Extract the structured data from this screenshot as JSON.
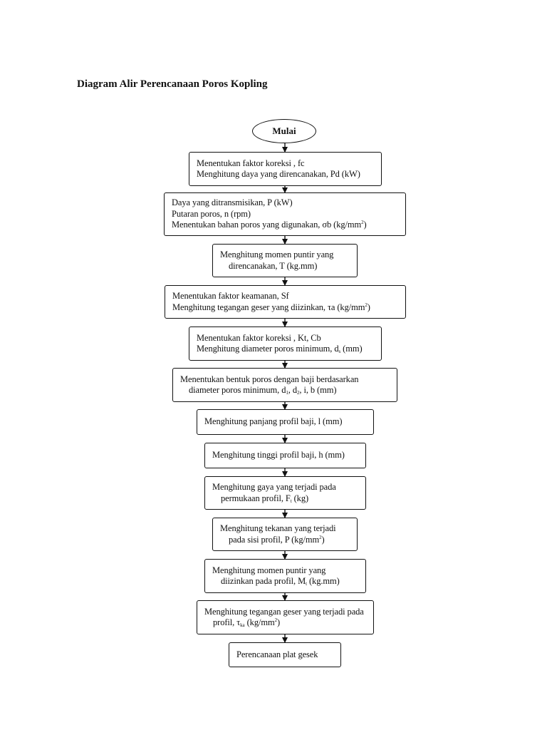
{
  "page": {
    "title": "Diagram Alir Perencanaan Poros Kopling"
  },
  "flowchart": {
    "start_label": "Mulai",
    "steps": [
      {
        "lines": [
          [
            {
              "t": "Menentukan faktor koreksi , fc"
            }
          ],
          [
            {
              "t": "Menghitung daya yang direncanakan, Pd (kW)"
            }
          ]
        ]
      },
      {
        "lines": [
          [
            {
              "t": "Daya yang ditransmisikan, P (kW)"
            }
          ],
          [
            {
              "t": "Putaran poros, n (rpm)"
            }
          ],
          [
            {
              "t": "Menentukan bahan poros yang digunakan, σb (kg/mm"
            },
            {
              "t": "2",
              "sup": true
            },
            {
              "t": ")"
            }
          ]
        ]
      },
      {
        "lines": [
          [
            {
              "t": "Menghitung momen puntir yang"
            }
          ],
          [
            {
              "t": "direncanakan, T (kg.mm)"
            }
          ]
        ],
        "indent": [
          1
        ]
      },
      {
        "lines": [
          [
            {
              "t": "Menentukan faktor keamanan, Sf"
            }
          ],
          [
            {
              "t": "Menghitung tegangan geser yang diizinkan, τa (kg/mm"
            },
            {
              "t": "2",
              "sup": true
            },
            {
              "t": ")"
            }
          ]
        ]
      },
      {
        "lines": [
          [
            {
              "t": "Menentukan faktor koreksi , Kt, Cb"
            }
          ],
          [
            {
              "t": "Menghitung diameter poros minimum, d"
            },
            {
              "t": "s",
              "sub": true
            },
            {
              "t": " (mm)"
            }
          ]
        ]
      },
      {
        "lines": [
          [
            {
              "t": "Menentukan bentuk poros dengan baji berdasarkan"
            }
          ],
          [
            {
              "t": "diameter poros minimum, d"
            },
            {
              "t": "1",
              "sub": true
            },
            {
              "t": ", d"
            },
            {
              "t": "2",
              "sub": true
            },
            {
              "t": ", i, b (mm)"
            }
          ]
        ],
        "indent": [
          1
        ]
      },
      {
        "lines": [
          [
            {
              "t": "Menghitung panjang profil baji, l (mm)"
            }
          ]
        ]
      },
      {
        "lines": [
          [
            {
              "t": "Menghitung tinggi profil baji, h (mm)"
            }
          ]
        ]
      },
      {
        "lines": [
          [
            {
              "t": "Menghitung gaya yang terjadi pada"
            }
          ],
          [
            {
              "t": "permukaan profil, F"
            },
            {
              "t": "t",
              "sub": true
            },
            {
              "t": " (kg)"
            }
          ]
        ],
        "indent": [
          1
        ]
      },
      {
        "lines": [
          [
            {
              "t": "Menghitung tekanan yang terjadi"
            }
          ],
          [
            {
              "t": "pada sisi profil, P (kg/mm"
            },
            {
              "t": "2",
              "sup": true
            },
            {
              "t": ")"
            }
          ]
        ],
        "indent": [
          1
        ]
      },
      {
        "lines": [
          [
            {
              "t": "Menghitung momen puntir yang"
            }
          ],
          [
            {
              "t": "diizinkan pada profil, M"
            },
            {
              "t": "t",
              "sub": true
            },
            {
              "t": " (kg.mm)"
            }
          ]
        ],
        "indent": [
          1
        ]
      },
      {
        "lines": [
          [
            {
              "t": "Menghitung tegangan geser yang terjadi pada"
            }
          ],
          [
            {
              "t": "profil, τ"
            },
            {
              "t": "ka",
              "sub": true
            },
            {
              "t": " (kg/mm"
            },
            {
              "t": "2",
              "sup": true
            },
            {
              "t": ")"
            }
          ]
        ],
        "indent": [
          1
        ]
      },
      {
        "lines": [
          [
            {
              "t": "Perencanaan plat gesek"
            }
          ]
        ]
      }
    ]
  }
}
